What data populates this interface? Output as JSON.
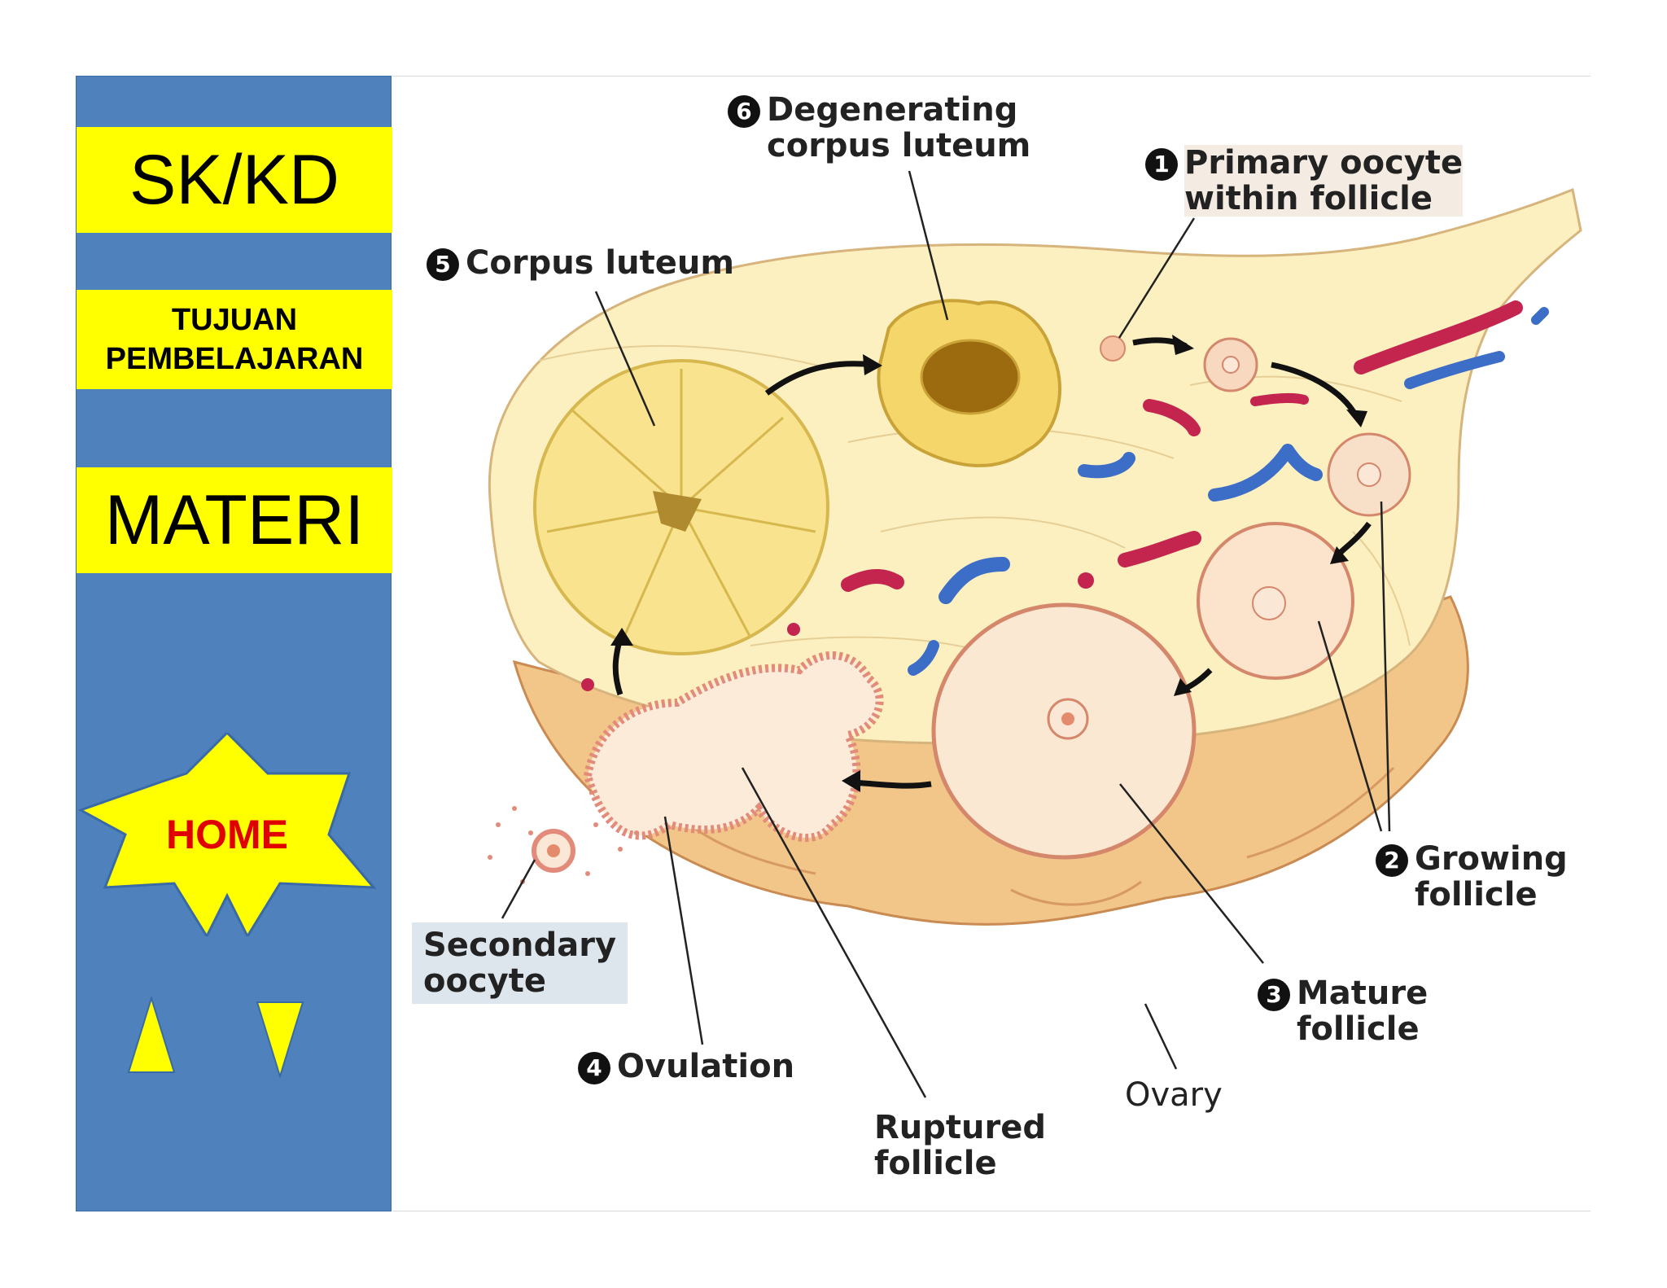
{
  "sidebar": {
    "nav_skkd": "SK/KD",
    "nav_tujuan": "TUJUAN\nPEMBELAJARAN",
    "nav_materi": "MATERI",
    "home": "HOME",
    "colors": {
      "panel": "#4f81bd",
      "button": "#ffff00",
      "home_text": "#e00000"
    }
  },
  "diagram": {
    "labels": {
      "step1_num": "1",
      "step1": "Primary oocyte\nwithin follicle",
      "step2_num": "2",
      "step2": "Growing\nfollicle",
      "step3_num": "3",
      "step3": "Mature\nfollicle",
      "step4_num": "4",
      "step4": "Ovulation",
      "step5_num": "5",
      "step5": "Corpus luteum",
      "step6_num": "6",
      "step6": "Degenerating\ncorpus luteum",
      "secondary_oocyte": "Secondary\noocyte",
      "ruptured_follicle": "Ruptured\nfollicle",
      "ovary": "Ovary"
    }
  }
}
